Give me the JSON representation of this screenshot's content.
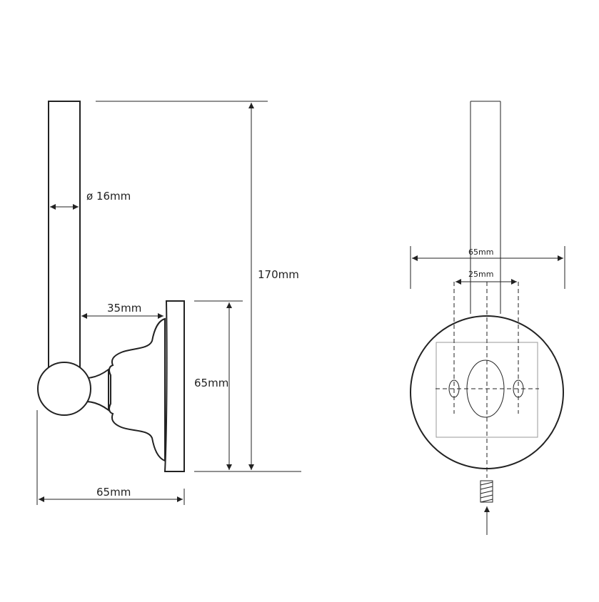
{
  "side_view": {
    "diameter_label": "ø 16mm",
    "height_label": "170mm",
    "projection_label": "35mm",
    "plate_height_label": "65mm",
    "depth_label": "65mm"
  },
  "front_view": {
    "plate_diameter_label": "65mm",
    "hole_spacing_label": "25mm"
  },
  "colors": {
    "line": "#222222",
    "guide": "#999999",
    "background": "#ffffff"
  }
}
